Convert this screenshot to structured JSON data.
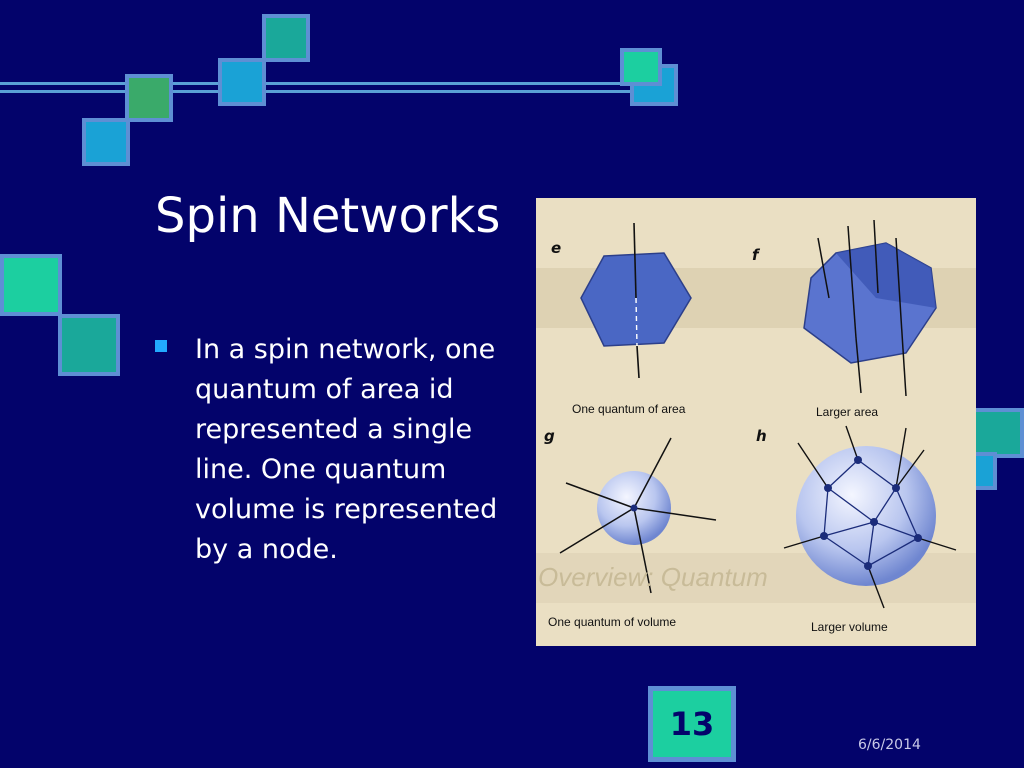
{
  "slide": {
    "title": "Spin Networks",
    "bullet": "In a spin network, one quantum of area id represented a single line. One quantum volume is represented by a node.",
    "page_number": "13",
    "date": "6/6/2014"
  },
  "figure": {
    "panels": [
      {
        "letter": "e",
        "caption": "One quantum of area"
      },
      {
        "letter": "f",
        "caption": "Larger area"
      },
      {
        "letter": "g",
        "caption": "One quantum of volume"
      },
      {
        "letter": "h",
        "caption": "Larger volume"
      }
    ],
    "background_text": "Overview: Quantum"
  },
  "colors": {
    "background": "#03036b",
    "accent_teal": "#1ccfa0",
    "accent_blue": "#22aaff",
    "square_border": "#5e8fd4"
  }
}
